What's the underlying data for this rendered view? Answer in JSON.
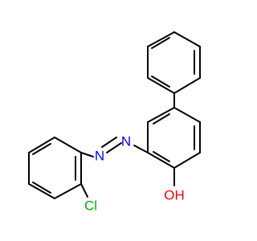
{
  "molecule": {
    "atoms": {
      "azo_n1": {
        "symbol": "N",
        "color": "#0000ff"
      },
      "azo_n2": {
        "symbol": "N",
        "color": "#0000ff"
      },
      "hydroxyl": {
        "symbol": "OH",
        "color": "#ff0000"
      },
      "chlorine": {
        "symbol": "Cl",
        "color": "#00b000"
      }
    },
    "bond_color": "#000000",
    "background": "#ffffff"
  }
}
